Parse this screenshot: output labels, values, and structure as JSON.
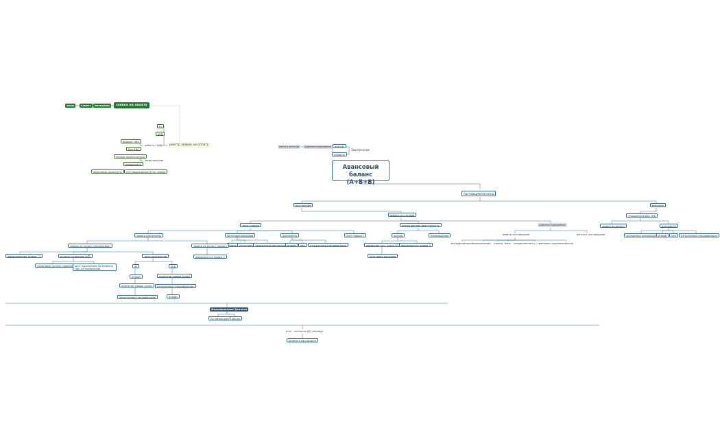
{
  "colors": {
    "line_blue": "#2f6fa3",
    "line_green": "#3c6e2e",
    "dashed": "#9a9a9a",
    "green_fill": "#1f7a2e",
    "dark_fill": "#2f5570",
    "grey_fill": "#d9dde2",
    "pale_fill": "#fbf8e6"
  },
  "green_cluster": {
    "chain": [
      "заказ",
      "клиент",
      "менеджер"
    ],
    "main": "заявка на оплату",
    "registry": "реестр заявок на оплату",
    "leaves": {
      "b1": "Ю",
      "b2": "ЕКБ",
      "vat_work": "работа с НДС",
      "vat_refund": "возврат НДС",
      "no_vat": "Без НДС",
      "payment_type": "виды выкупа",
      "full_nomenclature": "полная номенклатура",
      "prepayment": "предоплата",
      "supplier_rep": "поставщик/держатель товара",
      "advance_req": "Авансовые реквизиты"
    }
  },
  "top": {
    "register_fill": "реестр агентов",
    "administration": "администрирование",
    "agents": "агенты",
    "rules": "правила",
    "conclusion": "Заключение"
  },
  "root": "Авансовый баланс (А+Б+В)",
  "suppliers": "поставщики/агенты",
  "l1": {
    "internal": "внутренние",
    "work_payments": "работа со счетами",
    "external": "внешние"
  },
  "left": {
    "zakup": "закуп товара",
    "expense_cat": "категория расходов",
    "documents": "документы",
    "goods_accounting": "учет товара Т",
    "payment_requests": "заявки для оплаты",
    "cost_items": [
      "товар",
      "логистика",
      "таможенная декларация"
    ],
    "doc_items": [
      "инвойс",
      "уар",
      "отгрузочная спецификация"
    ],
    "payment_request_list": "заявки на оплату (менеджера)",
    "payment_request_b": "заявки на оплату (админ)",
    "form_request2": "формируется заявка 2",
    "form_request1": "формирование заявки - 1",
    "payment_vat": "оплаты на выкупы НДС",
    "tax_check": "налоговые органы проверяют",
    "list_rows": "лист параметров по возврату НДС из заключения",
    "doc_types": "типы документов",
    "yu": "Ю",
    "ekb": "ЕКБ",
    "invoice": "инвойс",
    "receive_goods": "принятие товара склад",
    "receive_goods_2": "принятие товара склад",
    "shipping_spec": "отгрузочная спецификация",
    "shipping_spec_2": "отгрузочные спецификации",
    "invoice_2": "инвойс"
  },
  "center": {
    "ops": "операционная деятельность",
    "expense": "расход",
    "transfers": "перемещение",
    "waiting_list": "ожидание (уст. учета ОСВ/ОСН)",
    "form_request3": "формируется заявка 3",
    "expense_category": "категория расходов"
  },
  "right": {
    "administration": "администрирование",
    "registry_suppliers": "реестр поставщиков",
    "reg_items": [
      "внутрикомпанийные",
      "компании",
      "страна",
      "банк",
      "направленность / критерии страхов",
      "комиссия"
    ],
    "reg_suppliers": "регистр поставщиков",
    "ext_simple": "упрощенная вед СПК",
    "payment_req": "заявка на оплату",
    "docs": "документы",
    "doc_items": [
      "экспортная декларация",
      "инвойс",
      "cmr",
      "отгрузочная спецификация"
    ]
  },
  "bottom": {
    "formation": "Формирование баланса",
    "by_companies": "по компаниям",
    "general": "общая",
    "total_control": "итог - контроль ДС (период)",
    "payment_in_rub": "оплата в нац валюте"
  }
}
